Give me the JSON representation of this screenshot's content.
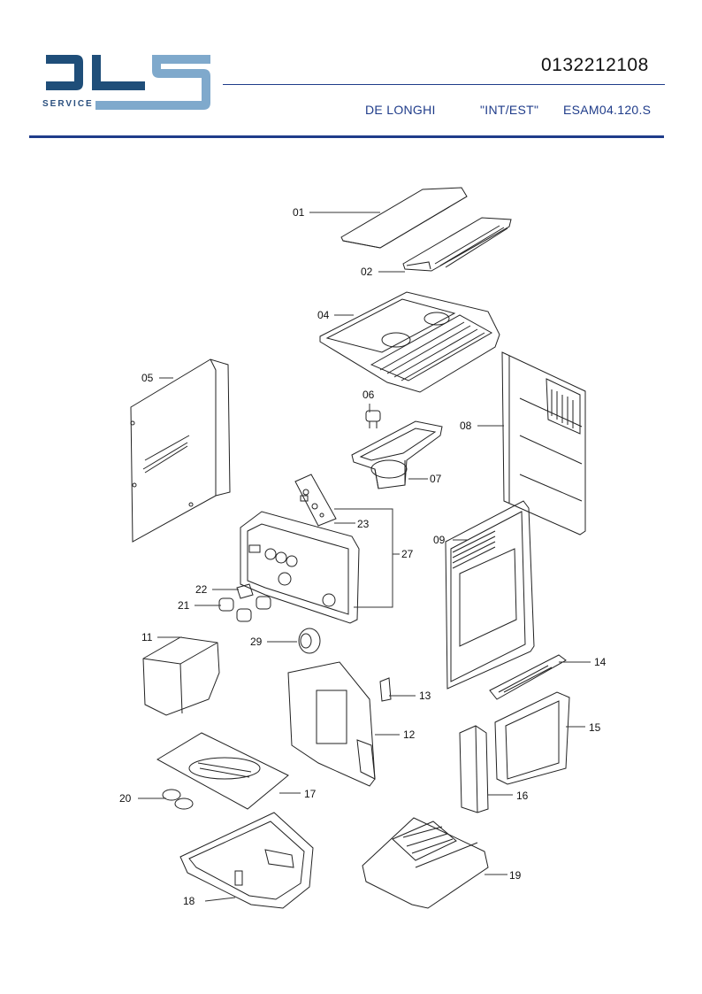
{
  "header": {
    "logo_text": "SERVICE",
    "part_code": "0132212108",
    "brand": "DE LONGHI",
    "market": "\"INT/EST\"",
    "model": "ESAM04.120.S"
  },
  "colors": {
    "logo_dark": "#1f4e79",
    "logo_light": "#7fa9cc",
    "rule": "#1f3c8a",
    "meta_text": "#1f3c8a"
  },
  "parts": [
    {
      "id": "01"
    },
    {
      "id": "02"
    },
    {
      "id": "04"
    },
    {
      "id": "05"
    },
    {
      "id": "06"
    },
    {
      "id": "07"
    },
    {
      "id": "08"
    },
    {
      "id": "09"
    },
    {
      "id": "11"
    },
    {
      "id": "12"
    },
    {
      "id": "13"
    },
    {
      "id": "14"
    },
    {
      "id": "15"
    },
    {
      "id": "16"
    },
    {
      "id": "17"
    },
    {
      "id": "18"
    },
    {
      "id": "19"
    },
    {
      "id": "20"
    },
    {
      "id": "21"
    },
    {
      "id": "22"
    },
    {
      "id": "23"
    },
    {
      "id": "27"
    },
    {
      "id": "29"
    }
  ]
}
